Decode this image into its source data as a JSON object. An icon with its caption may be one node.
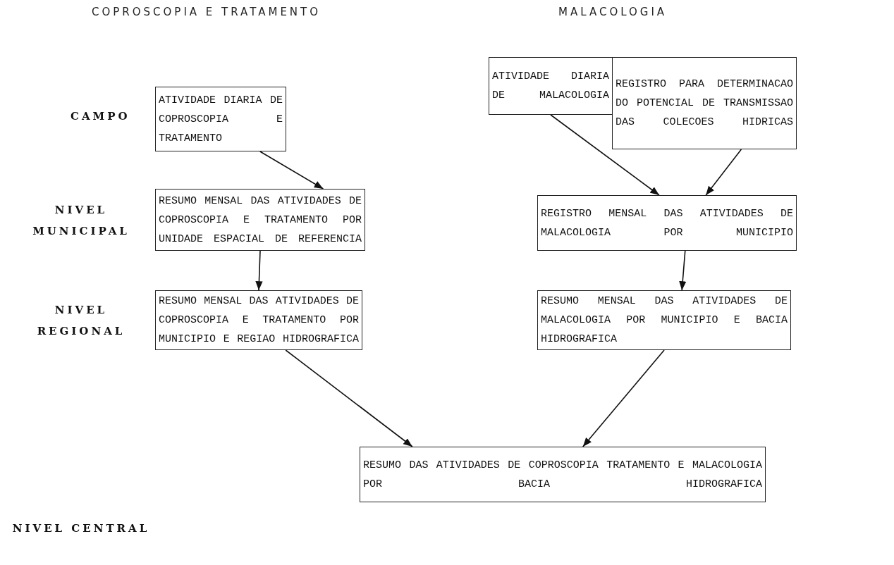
{
  "diagram": {
    "nodes": [
      {
        "text": [
          "ATIVIDADE DIARIA DE COPROSCOPIA E TRATAMENTO"
        ]
      },
      {
        "text": [
          "RESUMO MENSAL DAS ATIVIDADES DE COPROSCOPIA E TRATAMENTO POR UNIDADE ESPACIAL DE REFERENCIA"
        ]
      },
      {
        "text": [
          "RESUMO MENSAL DAS ATIVIDADES DE COPROSCOPIA E TRATAMENTO POR MUNICIPIO E REGIAO HIDROGRAFICA"
        ]
      },
      {
        "text": [
          "ATIVIDADE DIARIA DE MALACOLOGIA"
        ]
      },
      {
        "text": [
          "REGISTRO PARA DETERMINACAO DO POTENCIAL DE TRANSMISSAO DAS COLECOES HIDRICAS"
        ]
      },
      {
        "text": [
          "REGISTRO MENSAL DAS ATIVIDADES DE MALACOLOGIA POR MUNICIPIO"
        ]
      },
      {
        "text": [
          "RESUMO MENSAL DAS ATIVIDADES DE MALACOLOGIA POR MUNICIPIO E BACIA HIDROGRAFICA"
        ]
      },
      {
        "text": [
          "RESUMO DAS ATIVIDADES DE COPROSCOPIA TRATAMENTO E MALACOLOGIA POR BACIA HIDROGRAFICA"
        ]
      }
    ],
    "edges": [
      {
        "from": 0,
        "to": 1,
        "arrow": "to"
      },
      {
        "from": 1,
        "to": 2,
        "arrow": "to"
      },
      {
        "from": 3,
        "to": 5,
        "arrow": "to"
      },
      {
        "from": 4,
        "to": 5,
        "arrow": "to"
      },
      {
        "from": 5,
        "to": 6,
        "arrow": "to"
      },
      {
        "from": 2,
        "to": 7,
        "arrow": "to"
      },
      {
        "from": 6,
        "to": 7,
        "arrow": "to"
      }
    ],
    "labels": [
      "COPROSCOPIA E TRATAMENTO",
      "MALACOLOGIA",
      "CAMPO",
      "NIVEL MUNICIPAL",
      "NIVEL REGIONAL",
      "NIVEL CENTRAL"
    ]
  }
}
